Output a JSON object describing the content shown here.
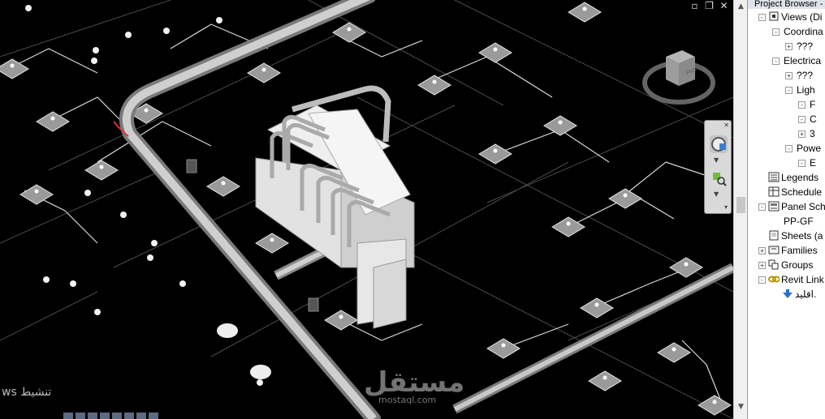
{
  "window": {
    "minimize": "▫",
    "restore": "❐",
    "close": "✕"
  },
  "viewcube": {
    "face": "FRONT"
  },
  "watermark": {
    "main": "مستقل",
    "sub": "mostaql.com"
  },
  "activation": {
    "text": "ws تنشيط"
  },
  "project_browser": {
    "title": "Project Browser -",
    "tree": [
      {
        "label": "Views (Di",
        "depth": 0,
        "toggle": "-",
        "icon": "views-icon"
      },
      {
        "label": "Coordina",
        "depth": 1,
        "toggle": "-"
      },
      {
        "label": "???",
        "depth": 2,
        "toggle": "+"
      },
      {
        "label": "Electrica",
        "depth": 1,
        "toggle": "-"
      },
      {
        "label": "???",
        "depth": 2,
        "toggle": "+"
      },
      {
        "label": "Ligh",
        "depth": 2,
        "toggle": "-"
      },
      {
        "label": "F",
        "depth": 3,
        "toggle": "-"
      },
      {
        "label": "C",
        "depth": 3,
        "toggle": "-"
      },
      {
        "label": "3",
        "depth": 3,
        "toggle": "+"
      },
      {
        "label": "Powe",
        "depth": 2,
        "toggle": "-"
      },
      {
        "label": "E",
        "depth": 3,
        "toggle": "-"
      },
      {
        "label": "Legends",
        "depth": 0,
        "toggle": "",
        "icon": "legends-icon"
      },
      {
        "label": "Schedule",
        "depth": 0,
        "toggle": "",
        "icon": "schedule-icon"
      },
      {
        "label": "Panel Sch",
        "depth": 0,
        "toggle": "-",
        "icon": "panel-schedule-icon"
      },
      {
        "label": "PP-GF",
        "depth": 1,
        "toggle": ""
      },
      {
        "label": "Sheets (a",
        "depth": 0,
        "toggle": "",
        "icon": "sheets-icon"
      },
      {
        "label": "Families",
        "depth": 0,
        "toggle": "+",
        "icon": "families-icon"
      },
      {
        "label": "Groups",
        "depth": 0,
        "toggle": "+",
        "icon": "groups-icon"
      },
      {
        "label": "Revit Link",
        "depth": 0,
        "toggle": "-",
        "icon": "revit-link-icon"
      },
      {
        "label": "اقليد.",
        "depth": 1,
        "toggle": "",
        "icon": "link-arrow-icon"
      }
    ]
  }
}
